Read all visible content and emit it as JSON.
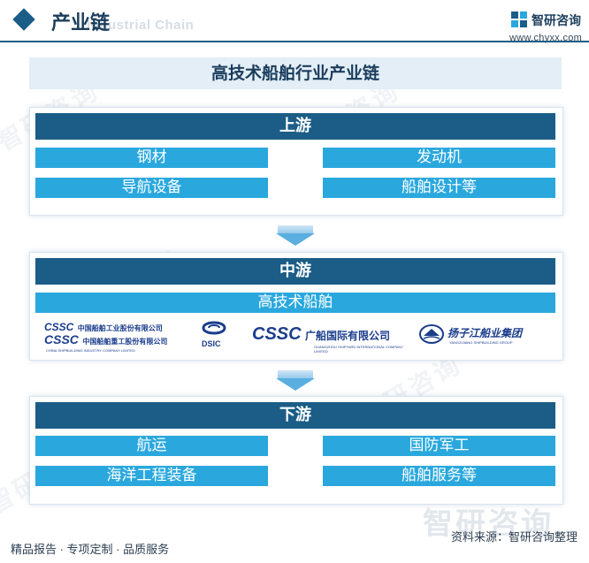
{
  "header": {
    "title": "产业链",
    "subtitle": "Industrial Chain",
    "brand": "智研咨询",
    "url": "www.chyxx.com"
  },
  "main_title": "高技术船舶行业产业链",
  "upstream": {
    "label": "上游",
    "items": [
      "钢材",
      "发动机",
      "导航设备",
      "船舶设计等"
    ]
  },
  "midstream": {
    "label": "中游",
    "item": "高技术船舶",
    "logos": {
      "cssc1_mark": "CSSC",
      "cssc1_name": "中国船舶工业股份有限公司",
      "cssc2_mark": "CSSC",
      "cssc2_name": "中国船舶重工股份有限公司",
      "cssc2_en": "CHINA SHIPBUILDING INDUSTRY COMPANY LIMITED",
      "dsic": "DSIC",
      "gsi_mark": "CSSC",
      "gsi_name": "广船国际有限公司",
      "gsi_en": "GUANGZHOU SHIPYARD INTERNATIONAL COMPANY LIMITED",
      "yz_name": "扬子江船业集团",
      "yz_en": "YANGZIJIANG SHIPBUILDING GROUP"
    }
  },
  "downstream": {
    "label": "下游",
    "items": [
      "航运",
      "国防军工",
      "海洋工程装备",
      "船舶服务等"
    ]
  },
  "footer": {
    "left": "精品报告 · 专项定制 · 品质服务",
    "source": "资料来源：智研咨询整理",
    "watermark": "智研咨询"
  },
  "colors": {
    "dark_blue": "#1b5d86",
    "light_blue": "#2aa8de",
    "band": "#e3eef6"
  }
}
